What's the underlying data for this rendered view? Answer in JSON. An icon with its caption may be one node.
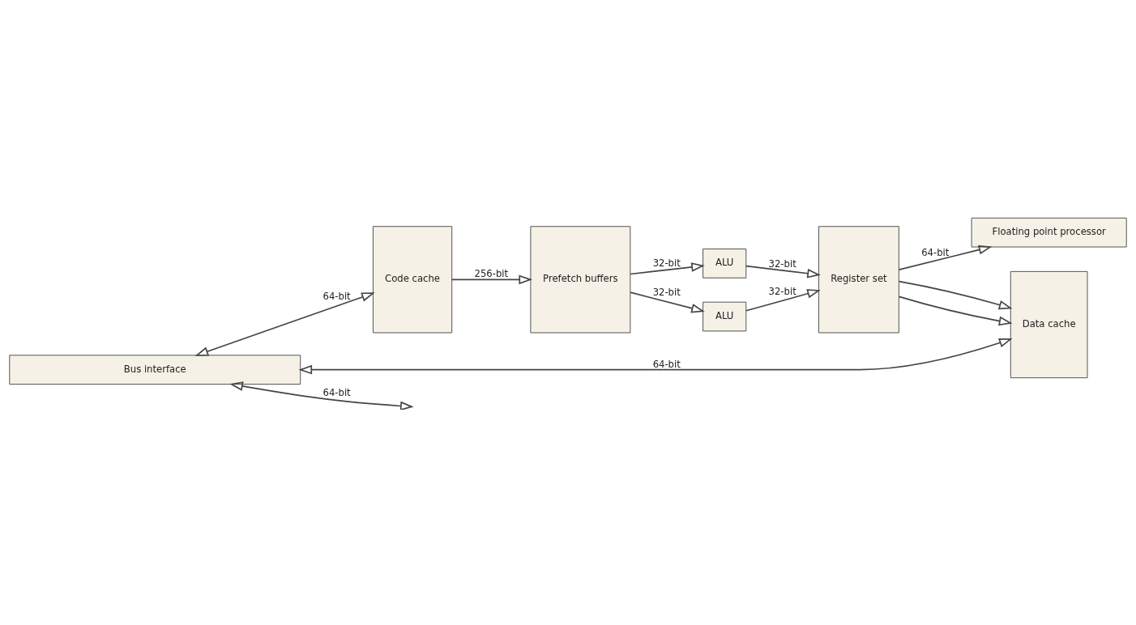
{
  "diagram": {
    "nodes": [
      {
        "text": [
          "Floating point processor"
        ]
      },
      {
        "text": [
          "Code cache"
        ]
      },
      {
        "text": [
          "Prefetch buffers"
        ]
      },
      {
        "text": [
          "ALU"
        ]
      },
      {
        "text": [
          "ALU"
        ]
      },
      {
        "text": [
          "Register set"
        ]
      },
      {
        "text": [
          "Data cache"
        ]
      },
      {
        "text": [
          "Bus interface"
        ]
      }
    ],
    "edges": [
      {
        "from": 1,
        "to": 2,
        "arrow": "to",
        "label": "256-bit"
      },
      {
        "from": 2,
        "to": 3,
        "arrow": "to",
        "label": "32-bit"
      },
      {
        "from": 2,
        "to": 4,
        "arrow": "to",
        "label": "32-bit"
      },
      {
        "from": 3,
        "to": 5,
        "arrow": "to",
        "label": "32-bit"
      },
      {
        "from": 4,
        "to": 5,
        "arrow": "to",
        "label": "32-bit"
      },
      {
        "from": 5,
        "to": 0,
        "arrow": "to",
        "label": "64-bit"
      },
      {
        "from": 5,
        "to": 6,
        "arrow": "to"
      },
      {
        "from": 5,
        "to": 6,
        "arrow": "to"
      },
      {
        "from": 7,
        "to": 1,
        "arrow": "both",
        "label": "64-bit"
      },
      {
        "from": 7,
        "to": 6,
        "arrow": "both",
        "label": "64-bit"
      },
      {
        "from": 7,
        "to": null,
        "arrow": "both",
        "label": "64-bit"
      }
    ]
  }
}
